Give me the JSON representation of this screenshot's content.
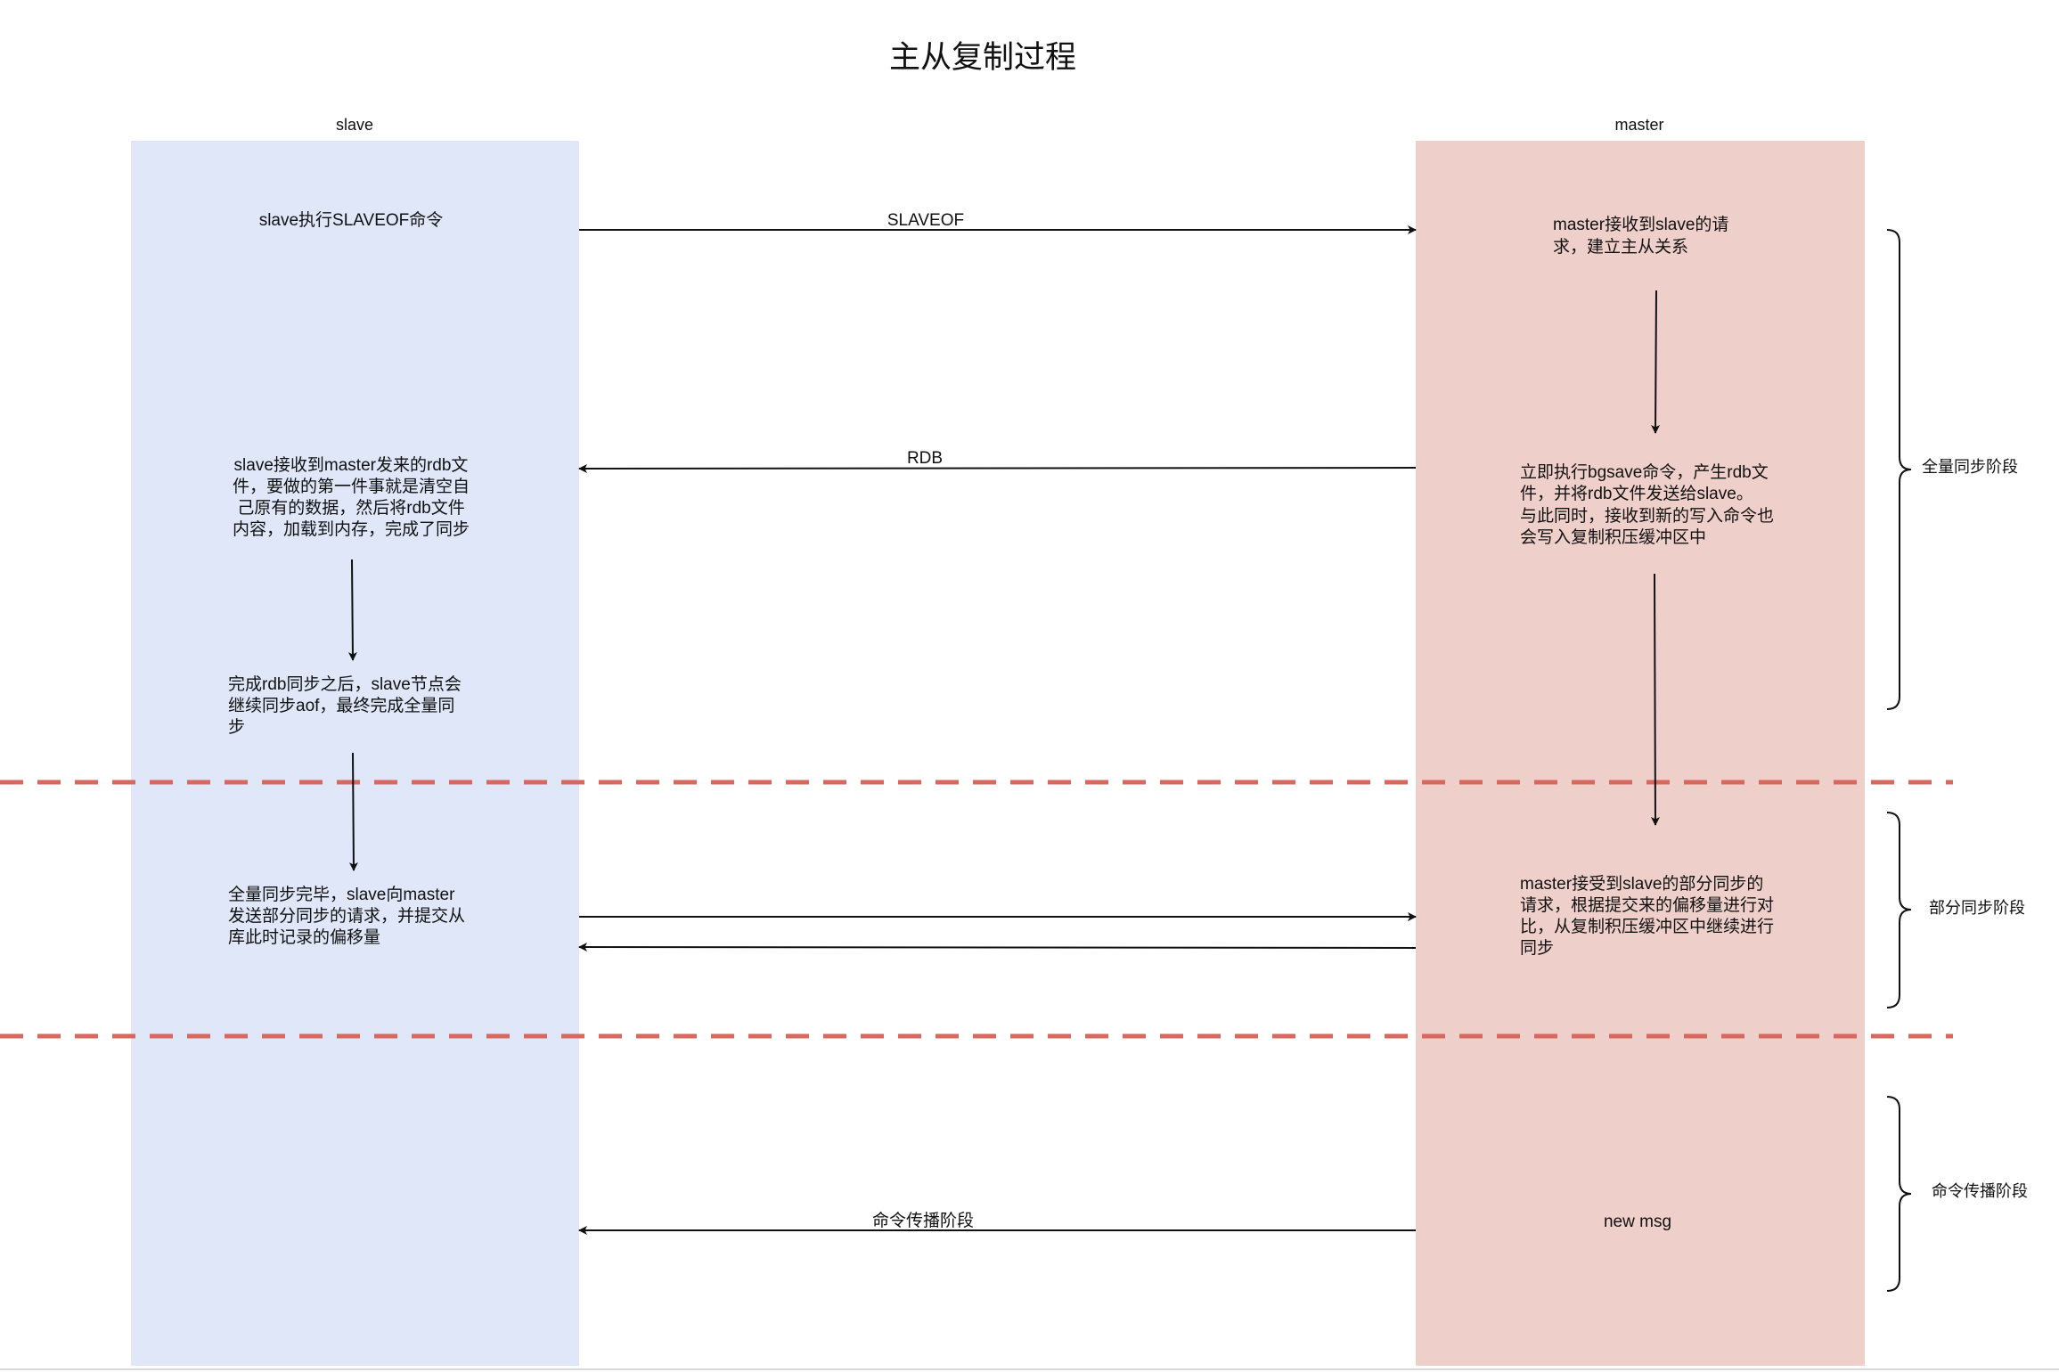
{
  "title": "主从复制过程",
  "colors": {
    "slave_lane": "#dfe7f9",
    "master_lane": "#efcfca",
    "divider": "#d6685f",
    "arrow": "#111111"
  },
  "lanes": {
    "slave": {
      "label": "slave",
      "steps": [
        {
          "lines": [
            "slave执行SLAVEOF命令"
          ]
        },
        {
          "lines": [
            "slave接收到master发来的rdb文",
            "件，要做的第一件事就是清空自",
            "己原有的数据，然后将rdb文件",
            "内容，加载到内存，完成了同步"
          ]
        },
        {
          "lines": [
            "完成rdb同步之后，slave节点会",
            "继续同步aof，最终完成全量同",
            "步"
          ]
        },
        {
          "lines": [
            "全量同步完毕，slave向master",
            "发送部分同步的请求，并提交从",
            "库此时记录的偏移量"
          ]
        }
      ]
    },
    "master": {
      "label": "master",
      "steps": [
        {
          "lines": [
            "master接收到slave的请",
            "求，建立主从关系"
          ]
        },
        {
          "lines": [
            "立即执行bgsave命令，产生rdb文",
            "件，并将rdb文件发送给slave。",
            "与此同时，接收到新的写入命令也",
            "会写入复制积压缓冲区中"
          ]
        },
        {
          "lines": [
            "master接受到slave的部分同步的",
            "请求，根据提交来的偏移量进行对",
            "比，从复制积压缓冲区中继续进行",
            "同步"
          ]
        },
        {
          "lines": [
            "new msg"
          ]
        }
      ]
    }
  },
  "messages": [
    {
      "label": "SLAVEOF",
      "direction": "slave-to-master"
    },
    {
      "label": "RDB",
      "direction": "master-to-slave"
    },
    {
      "label": "",
      "direction": "slave-to-master"
    },
    {
      "label": "",
      "direction": "master-to-slave"
    },
    {
      "label": "命令传播阶段",
      "direction": "master-to-slave"
    }
  ],
  "phases": [
    {
      "label": "全量同步阶段"
    },
    {
      "label": "部分同步阶段"
    },
    {
      "label": "命令传播阶段"
    }
  ]
}
